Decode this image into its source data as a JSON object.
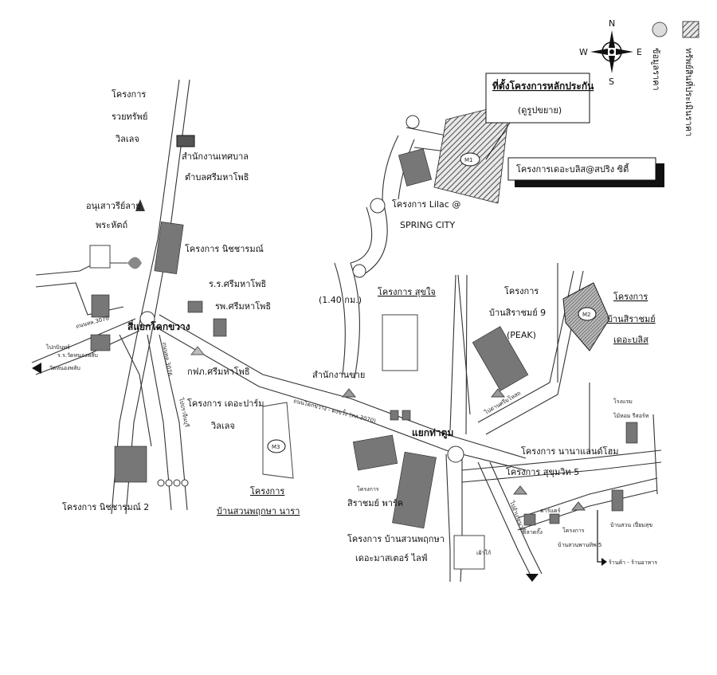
{
  "legend": {
    "hatch_label": "ทรัพย์สินที่ประเมินราคา",
    "circle_label": "ข้อมูลราคา",
    "compass": {
      "n": "N",
      "s": "S",
      "e": "E",
      "w": "W"
    }
  },
  "labels": {
    "project_rich_village": [
      "โครงการ",
      "รวยทรัพย์",
      "วิลเลจ"
    ],
    "municipal_office": [
      "สำนักงานเทศบาล",
      "ตำบลศรีมหาโพธิ"
    ],
    "monument": [
      "อนุเสาวรีย์ลาย",
      "พระหัตถ์"
    ],
    "nichcharamanee": "โครงการ นิชชารมณ์",
    "school": "ร.ร.ศรีมหาโพธิ",
    "hospital": "รพ.ศรีมหาโพธิ",
    "intersection_left": "สี่แยกโคกขวาง",
    "kfp": "กฟภ.ศรีมหาโพธิ",
    "the_palm": [
      "โครงการ เดอะปาร์ม",
      "วิลเลจ"
    ],
    "wat": [
      "ร.ร.วัดหนองพลับ",
      "วัดหนองพลับ"
    ],
    "to_kabin": "ไปกบินทร์",
    "nichcharamanee2": "โครงการ นิชชารมณ์ 2",
    "m3_project": [
      "โครงการ",
      "บ้านสวนพฤกษา นารา"
    ],
    "siriram_park": [
      "โครงการ",
      "สิราชมย์ พาร์ค"
    ],
    "ban_suan_life": [
      "โครงการ บ้านสวนพฤกษา",
      "เดอะมาสเตอร์ ไลฟ์"
    ],
    "lilac": [
      "โครงการ Lilac @",
      "SPRING CITY"
    ],
    "main_project_box": [
      "ที่ตั้งโครงการหลักประกัน",
      "(ดูรูปขยาย)"
    ],
    "the_bliss_box": "โครงการเดอะบลิส@สปริง ซิตี้",
    "distance": "(1.40 กม.)",
    "sukjai": "โครงการ สุขใจ",
    "sales_office": "สำนักงานขาย",
    "tha_tum": "แยกท่าตูม",
    "siriram9": [
      "โครงการ",
      "บ้านสิราชมย์ 9",
      "(PEAK)"
    ],
    "m2_project": [
      "โครงการ",
      "บ้านสิราชมย์",
      "เดอะบลิส"
    ],
    "hotel": [
      "โรงแรม",
      "ไม้หอม รีสอร์ท"
    ],
    "nana": "โครงการ นานาแลนด์โฮม",
    "sukhumvit5": "โครงการ สุขุมวิท 5",
    "ban_suan_5": [
      "โครงการ",
      "บ้านสวนพานทิพ 5"
    ],
    "ban_suan_pleasure": [
      "บ้านสวน เปี่ยมสุข"
    ],
    "carefour": "คาร์แคร์",
    "market": "ตลาดกั๊ง",
    "shops": "ร้านค้า - ร้านอาหาร",
    "kaoko": "เฝ้าโก้",
    "road_3070": "ถนนโคกขวาง - ดงขวั้ง (ทล.3070)",
    "road_left": "ถนนทล.3070",
    "road_vertical": "ถนนทล.3076",
    "to_prachin": "ไปปราจีนบุรี",
    "to_amphoe": "ไปอำเภอนาดี",
    "chaiyaphruek": "ไปด่านศรีมโหสถ",
    "m1": "M1",
    "m2": "M2",
    "m3": "M3"
  },
  "colors": {
    "ink": "#111111",
    "hatch": "#222222",
    "building": "#777777"
  }
}
